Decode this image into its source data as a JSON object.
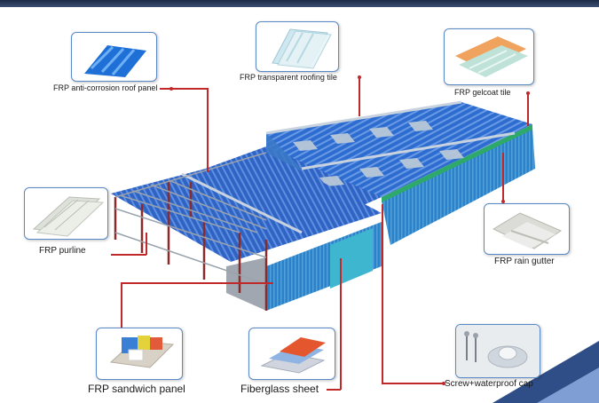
{
  "labels": {
    "roof_panel": "FRP anti-corrosion roof panel",
    "transparent_tile": "FRP transparent roofing tile",
    "gelcoat_tile": "FRP gelcoat tile",
    "purline": "FRP purline",
    "rain_gutter": "FRP rain gutter",
    "sandwich_panel": "FRP sandwich panel",
    "fiberglass_sheet": "Fiberglass sheet",
    "screw_cap": "Screw+waterproof cap"
  },
  "colors": {
    "roof_blue": "#2f63c4",
    "wall_blue": "#2b82c8",
    "leader_red": "#c0282a",
    "callout_border": "#5a89c7",
    "steel_frame": "#8a2b2b",
    "accent_green": "#2fa96a"
  },
  "icons": [
    "blue-corrugated-panel-icon",
    "transparent-sheets-icon",
    "gelcoat-tile-icon",
    "purline-profiles-icon",
    "rain-gutter-icon",
    "sandwich-panel-icon",
    "fiberglass-sheet-stack-icon",
    "screw-cap-icon"
  ]
}
